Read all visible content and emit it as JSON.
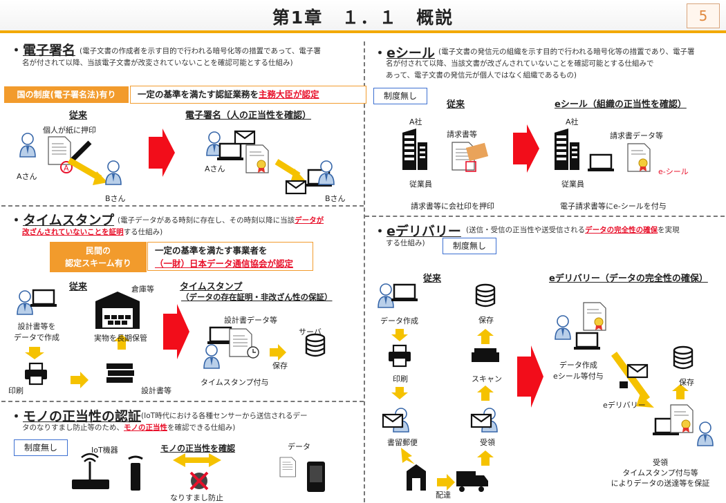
{
  "header": {
    "title": "第1章　１．１　概説",
    "page_number": "5"
  },
  "esig": {
    "bullet": "・",
    "title": "電子署名",
    "desc1": "(電子文書の作成者を示す目的で行われる暗号化等の措置であって、電子署",
    "desc2": "名が付されて以降、当該電子文書が改変されていないことを確認可能とする仕組み)",
    "law_box": "国の制度(電子署名法)有り",
    "cert_prefix": "一定の基準を満たす認証業務を",
    "cert_red": "主務大臣が認定",
    "conventional": "従来",
    "personal_stamp": "個人が紙に押印",
    "person_a": "Aさん",
    "person_b": "Bさん",
    "new_title": "電子署名（人の正当性を確認）"
  },
  "eseal": {
    "bullet": "・",
    "title": "eシール",
    "desc1": "(電子文書の発信元の組織を示す目的で行われる暗号化等の措置であり、電子署",
    "desc2": "名が付されて以降、当該文書が改ざんされていないことを確認可能とする仕組みで",
    "desc3": "あって、電子文書の発信元が個人ではなく組織であるもの)",
    "no_system": "制度無し",
    "conventional": "従来",
    "company_a": "A社",
    "invoice": "請求書等",
    "employee": "従業員",
    "caption_old": "請求書等に会社印を押印",
    "new_title": "eシール（組織の正当性を確認）",
    "invoice_data": "請求書データ等",
    "eseal_label": "e-シール",
    "caption_new": "電子請求書等にe-シールを付与"
  },
  "timestamp": {
    "bullet": "・",
    "title": "タイムスタンプ",
    "desc1a": "(電子データがある時刻に存在し、その時刻以降に当該",
    "desc1b": "データが",
    "desc2a": "改ざんされていないことを証明",
    "desc2b": "する仕組み)",
    "box_left_1": "民間の",
    "box_left_2": "認定スキーム有り",
    "box_right_1": "一定の基準を満たす事業者を",
    "box_right_2": "（一財）日本データ通信協会が認定",
    "conventional": "従来",
    "warehouse": "倉庫等",
    "design_data": "設計書等を",
    "design_data2": "データで作成",
    "long_storage": "実物を長期保管",
    "print": "印刷",
    "design_docs": "設計書等",
    "new_title": "タイムスタンプ",
    "new_sub": "（データの存在証明・非改ざん性の保証）",
    "design_doc_data": "設計書データ等",
    "server": "サーバ",
    "save": "保存",
    "ts_attach": "タイムスタンプ付与"
  },
  "iot": {
    "bullet": "・",
    "title": "モノの正当性の認証",
    "desc1": "(IoT時代における各種センサーから送信されるデー",
    "desc2a": "タのなりすまし防止等のため、",
    "desc2b": "モノの正当性",
    "desc2c": "を確認できる仕組み)",
    "no_system": "制度無し",
    "device": "IoT機器",
    "confirm": "モノの正当性を確認",
    "data": "データ",
    "spoof": "なりすまし防止"
  },
  "edelivery": {
    "bullet": "・",
    "title": "eデリバリー",
    "desc1a": "(送信・受信の正当性や送受信される",
    "desc1b": "データの完全性の確保",
    "desc1c": "を実現",
    "desc2": "する仕組み)",
    "no_system": "制度無し",
    "conventional": "従来",
    "data_create": "データ作成",
    "save": "保存",
    "print": "印刷",
    "scan": "スキャン",
    "registered_mail": "書留郵便",
    "receive": "受領",
    "delivery": "配達",
    "new_title": "eデリバリー（データの完全性の確保）",
    "data_create2": "データ作成",
    "eseal_attach": "eシール等付与",
    "edelivery_label": "eデリバリー",
    "save2": "保存",
    "receive2": "受領",
    "ts_attach": "タイムスタンプ付与等",
    "guarantee": "によりデータの送達等を保証"
  },
  "colors": {
    "accent": "#f2a900",
    "orange": "#f29b2c",
    "red": "#e8102a",
    "blue": "#3b6fd1",
    "arrow_yellow": "#f5c200"
  }
}
